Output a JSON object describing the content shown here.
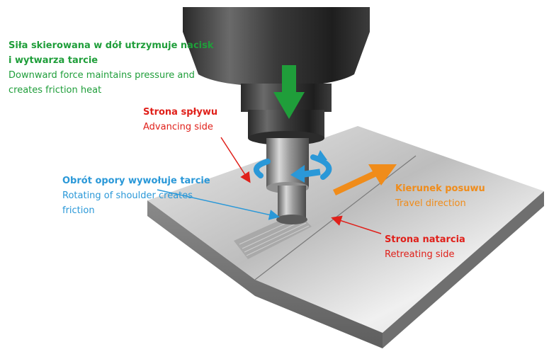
{
  "colors": {
    "force": "#1f9e3a",
    "advancing": "#e0201a",
    "rotation": "#2a98d8",
    "travel": "#f08c1a",
    "retreating": "#e0201a"
  },
  "labels": {
    "downward_force": {
      "pl_line1": "Siła skierowana w dół utrzymuje nacisk",
      "pl_line2": "i wytwarza tarcie",
      "en_line1": "Downward force maintains pressure and",
      "en_line2": "creates friction heat"
    },
    "advancing_side": {
      "pl": "Strona spływu",
      "en": "Advancing side"
    },
    "shoulder_rotation": {
      "pl": "Obrót opory wywołuje tarcie",
      "en_line1": "Rotating of shoulder creates",
      "en_line2": "friction"
    },
    "travel_direction": {
      "pl": "Kierunek posuwu",
      "en": "Travel direction"
    },
    "retreating_side": {
      "pl": "Strona natarcia",
      "en": "Retreating side"
    }
  },
  "icons": {
    "downward_force": "arrow-down-icon",
    "rotation": "rotation-arrow-icon",
    "travel": "arrow-up-right-icon"
  }
}
